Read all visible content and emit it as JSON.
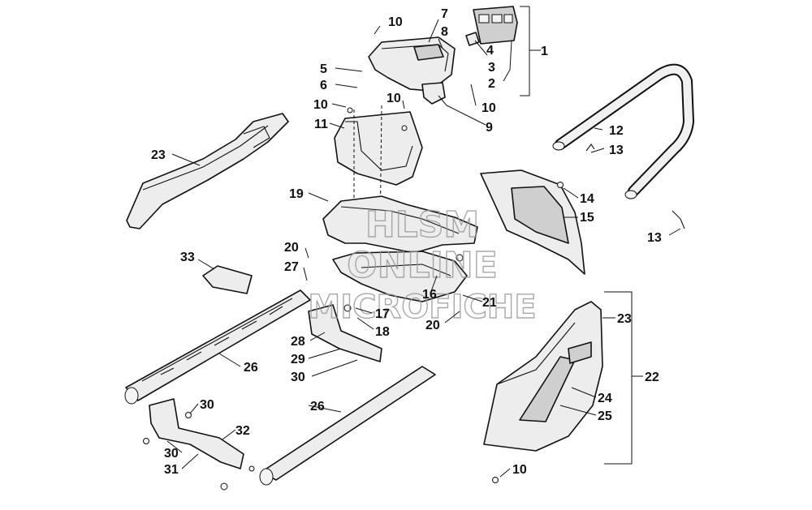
{
  "watermark": {
    "line1": "HLSM",
    "line2": "ONLINE",
    "line3": "MICROFICHE"
  },
  "callouts": {
    "c1": "1",
    "c2": "2",
    "c3": "3",
    "c4": "4",
    "c5": "5",
    "c6": "6",
    "c7": "7",
    "c8": "8",
    "c9": "9",
    "c10a": "10",
    "c10b": "10",
    "c10c": "10",
    "c10d": "10",
    "c10e": "10",
    "c11": "11",
    "c12": "12",
    "c13a": "13",
    "c13b": "13",
    "c14": "14",
    "c15": "15",
    "c16": "16",
    "c17": "17",
    "c18": "18",
    "c19": "19",
    "c20a": "20",
    "c20b": "20",
    "c21": "21",
    "c22": "22",
    "c23a": "23",
    "c23b": "23",
    "c24": "24",
    "c25": "25",
    "c26a": "26",
    "c26b": "26",
    "c27": "27",
    "c28": "28",
    "c29": "29",
    "c30a": "30",
    "c30b": "30",
    "c30c": "30",
    "c31": "31",
    "c32": "32",
    "c33": "33"
  }
}
